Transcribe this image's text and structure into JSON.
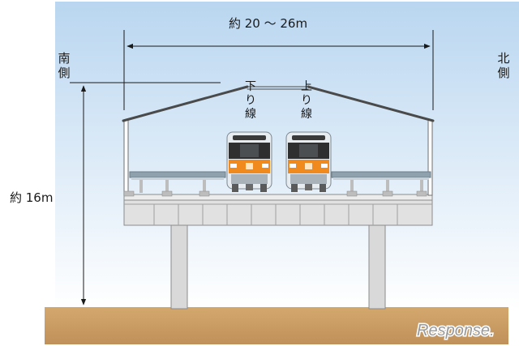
{
  "dimensions": {
    "width": "約 20 ～ 26m",
    "height": "約 16m"
  },
  "sides": {
    "south": [
      "南",
      "側"
    ],
    "north": [
      "北",
      "側"
    ]
  },
  "tracks": {
    "down": [
      "下",
      "り",
      "線"
    ],
    "up": [
      "上",
      "り",
      "線"
    ]
  },
  "watermark": "Response.",
  "colors": {
    "sky": "#c7dff3",
    "ground": "#c89a5e",
    "structure": "#dcdcdc",
    "platform": "#9aa9b4",
    "train_body": "#e5ecef",
    "train_band": "#f08a1e",
    "roof_line": "#4a4a4a"
  }
}
